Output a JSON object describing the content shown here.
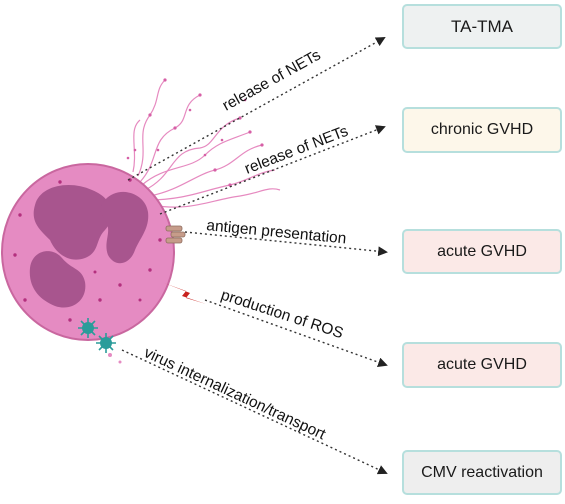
{
  "labels": {
    "nets_upper": "release of NETs",
    "nets_lower": "release of NETs",
    "antigen": "antigen presentation",
    "ros": "production of ROS",
    "virus": "virus internalization/transport"
  },
  "boxes": {
    "ta_tma": "TA-TMA",
    "chronic_gvhd": "chronic GVHD",
    "acute_gvhd_1": "acute GVHD",
    "acute_gvhd_2": "acute GVHD",
    "cmv": "CMV reactivation"
  },
  "colors": {
    "cell_fill": "#e58bc2",
    "nucleus_fill": "#a8558e",
    "box_border": "#b6dfdd",
    "ta_tma_bg": "#eef1f1",
    "chronic_bg": "#fdf7ea",
    "acute_bg": "#fbe9e7",
    "cmv_bg": "#eeeeee",
    "ros_bolt": "#c8211e",
    "virus": "#2a9c9a"
  }
}
